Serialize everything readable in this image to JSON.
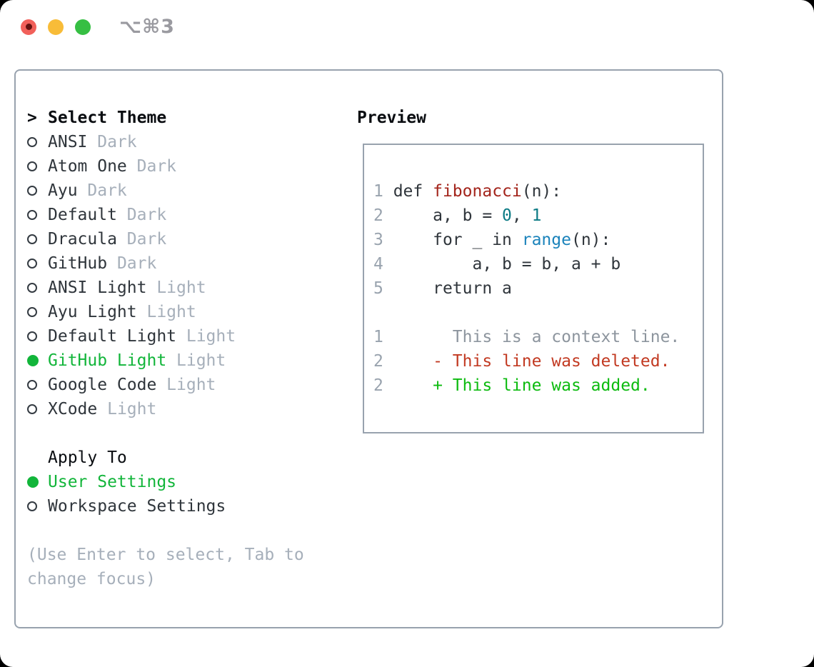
{
  "window": {
    "title": "⌥⌘3"
  },
  "sidebar": {
    "header_prefix": ">",
    "header": "Select Theme",
    "themes": [
      {
        "name": "ANSI",
        "variant": "Dark",
        "selected": false
      },
      {
        "name": "Atom One",
        "variant": "Dark",
        "selected": false
      },
      {
        "name": "Ayu",
        "variant": "Dark",
        "selected": false
      },
      {
        "name": "Default",
        "variant": "Dark",
        "selected": false
      },
      {
        "name": "Dracula",
        "variant": "Dark",
        "selected": false
      },
      {
        "name": "GitHub",
        "variant": "Dark",
        "selected": false
      },
      {
        "name": "ANSI Light",
        "variant": "Light",
        "selected": false
      },
      {
        "name": "Ayu Light",
        "variant": "Light",
        "selected": false
      },
      {
        "name": "Default Light",
        "variant": "Light",
        "selected": false
      },
      {
        "name": "GitHub Light",
        "variant": "Light",
        "selected": true
      },
      {
        "name": "Google Code",
        "variant": "Light",
        "selected": false
      },
      {
        "name": "XCode",
        "variant": "Light",
        "selected": false
      }
    ],
    "apply_to": {
      "header": "Apply To",
      "options": [
        {
          "label": "User Settings",
          "selected": true
        },
        {
          "label": "Workspace Settings",
          "selected": false
        }
      ]
    },
    "hint": "(Use Enter to select, Tab to\nchange focus)"
  },
  "preview": {
    "title": "Preview",
    "code_lines": [
      [
        {
          "t": "1",
          "c": "n"
        },
        {
          "t": " def ",
          "c": "p"
        },
        {
          "t": "fibonacci",
          "c": "f"
        },
        {
          "t": "(n):",
          "c": "p"
        }
      ],
      [
        {
          "t": "2",
          "c": "n"
        },
        {
          "t": "     a, b = ",
          "c": "p"
        },
        {
          "t": "0",
          "c": "l"
        },
        {
          "t": ", ",
          "c": "p"
        },
        {
          "t": "1",
          "c": "l"
        }
      ],
      [
        {
          "t": "3",
          "c": "n"
        },
        {
          "t": "     for _ in ",
          "c": "p"
        },
        {
          "t": "range",
          "c": "b"
        },
        {
          "t": "(n):",
          "c": "p"
        }
      ],
      [
        {
          "t": "4",
          "c": "n"
        },
        {
          "t": "         a, b = b, a + b",
          "c": "p"
        }
      ],
      [
        {
          "t": "5",
          "c": "n"
        },
        {
          "t": "     return a",
          "c": "p"
        }
      ],
      [],
      [
        {
          "t": "1",
          "c": "n"
        },
        {
          "t": "       This is a context line.",
          "c": "c"
        }
      ],
      [
        {
          "t": "2",
          "c": "n"
        },
        {
          "t": "     - This line was deleted.",
          "c": "d"
        }
      ],
      [
        {
          "t": "2",
          "c": "n"
        },
        {
          "t": "     + This line was added.",
          "c": "a"
        }
      ]
    ]
  },
  "colors": {
    "accent_green": "#12b53a",
    "added_green": "#0dbb10",
    "deleted_red": "#c23a22",
    "function_red": "#a3241b",
    "number_teal": "#0c7b85",
    "builtin_blue": "#1b83bb",
    "text_dark": "#2f353b",
    "muted_gray": "#a6afba",
    "border_gray": "#98a2ae",
    "traffic_red": "#f1605a",
    "traffic_yellow": "#f8bc38",
    "traffic_green": "#36bf43"
  }
}
